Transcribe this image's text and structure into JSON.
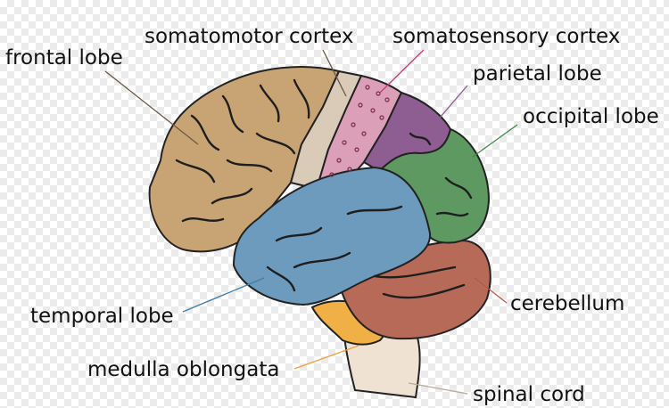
{
  "labels": {
    "frontal": "frontal lobe",
    "somatomotor": "somatomotor cortex",
    "somatosensory": "somatosensory cortex",
    "parietal": "parietal lobe",
    "occipital": "occipital lobe",
    "temporal": "temporal lobe",
    "cerebellum": "cerebellum",
    "medulla": "medulla oblongata",
    "spinal": "spinal cord"
  },
  "colors": {
    "frontal": "#c8a373",
    "somatomotor": "#d9cbb7",
    "somatosensory": "#dc9fb8",
    "parietal": "#8e5e92",
    "occipital": "#5d9960",
    "temporal": "#6d9bbd",
    "cerebellum": "#b86a58",
    "medulla": "#f1b046",
    "spinal": "#f0e2d2"
  }
}
